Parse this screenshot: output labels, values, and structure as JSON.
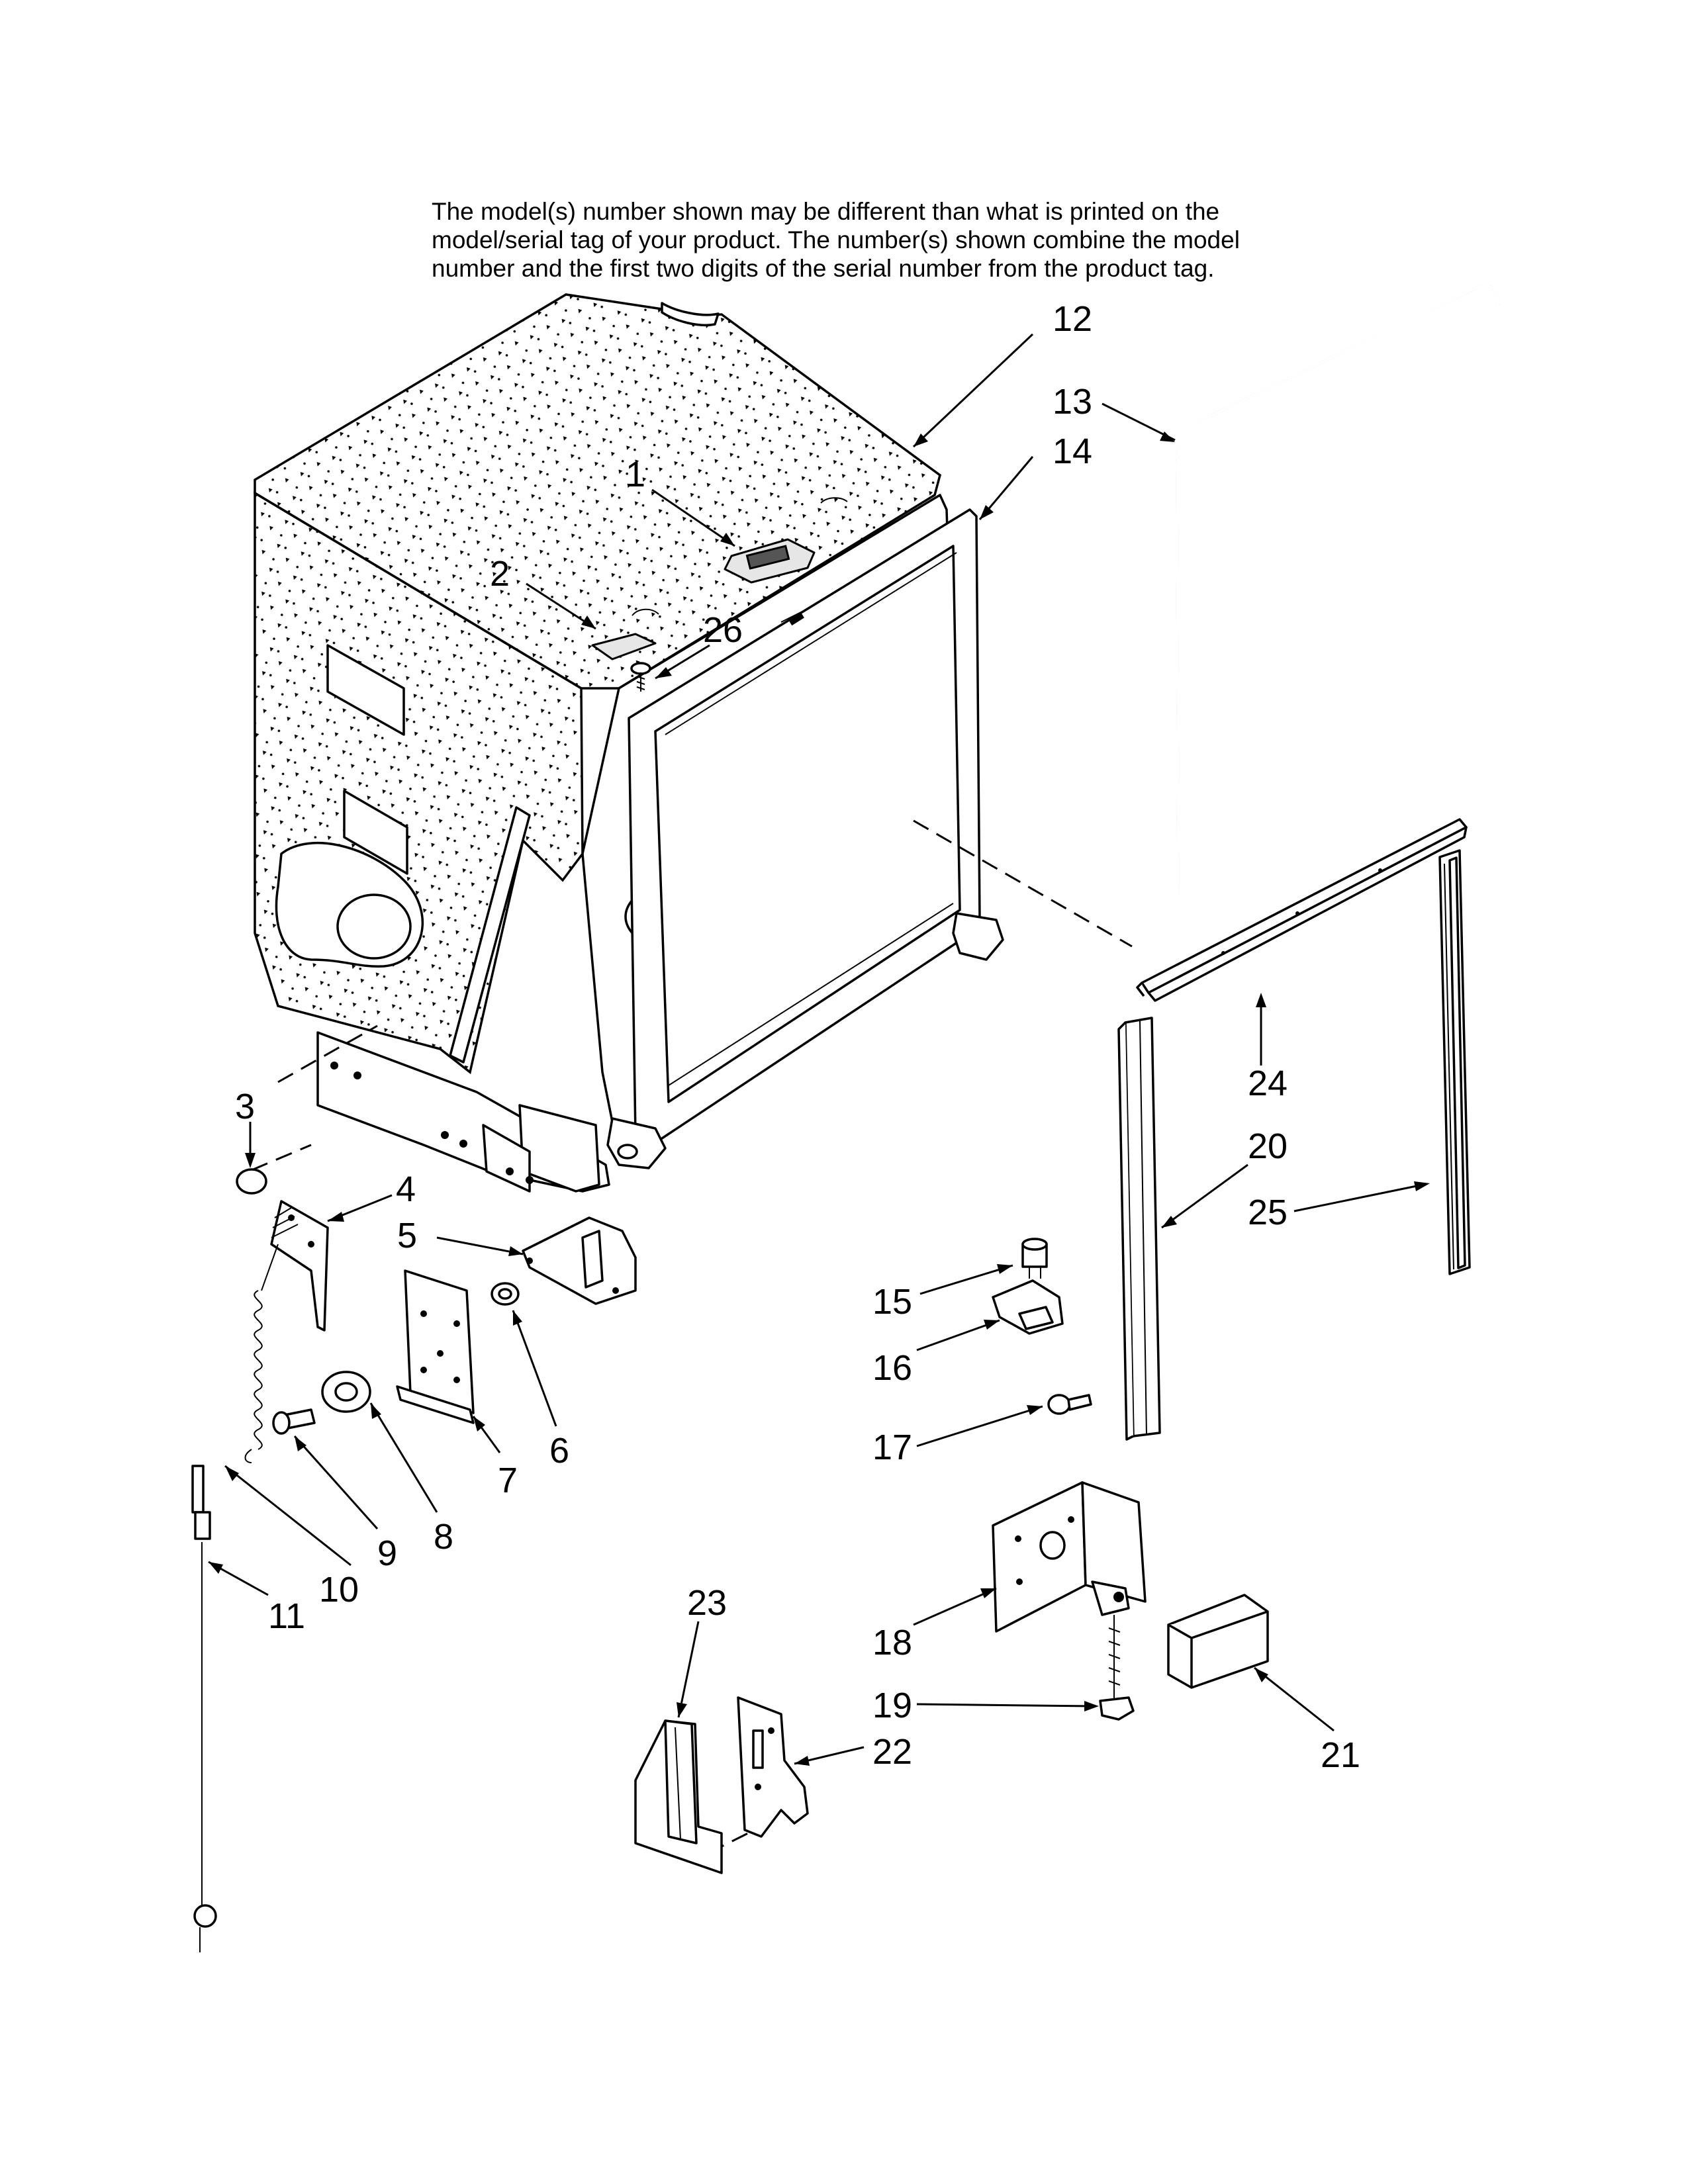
{
  "header_note": {
    "lines": [
      "The model(s) number shown may be different than what is printed on the",
      "model/serial tag of your product. The number(s) shown combine the model",
      "number and the first two digits of the serial number from the product tag."
    ]
  },
  "callouts": [
    "1",
    "2",
    "3",
    "4",
    "5",
    "6",
    "7",
    "8",
    "9",
    "10",
    "11",
    "12",
    "13",
    "14",
    "15",
    "16",
    "17",
    "18",
    "19",
    "20",
    "21",
    "22",
    "23",
    "24",
    "25",
    "26"
  ]
}
